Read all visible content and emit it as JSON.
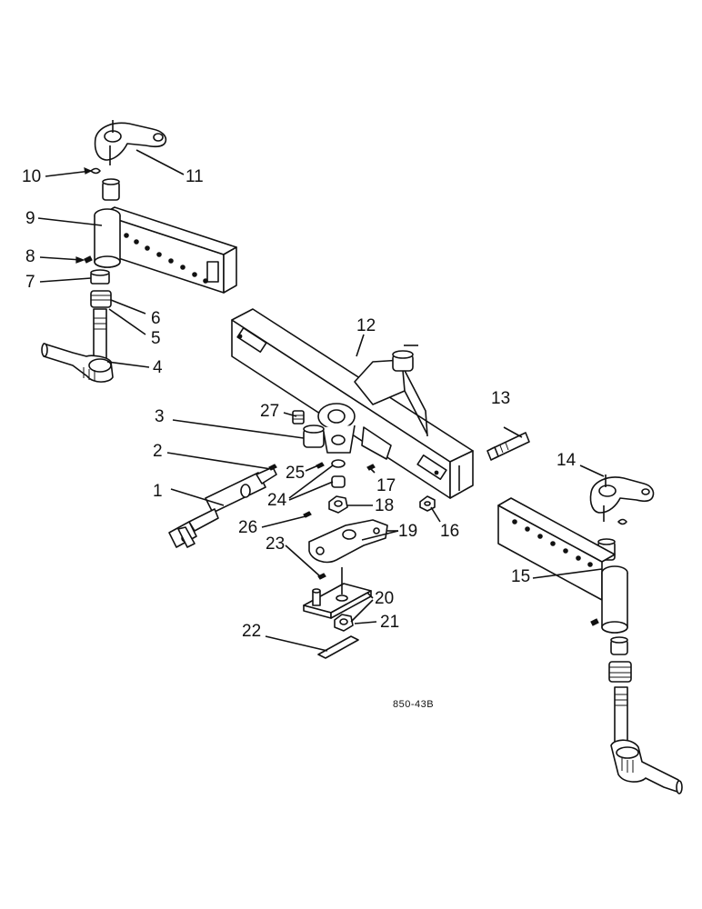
{
  "diagram": {
    "reference_code": "850-43B",
    "callouts": [
      "1",
      "2",
      "3",
      "4",
      "5",
      "6",
      "7",
      "8",
      "9",
      "10",
      "11",
      "12",
      "13",
      "14",
      "15",
      "16",
      "17",
      "18",
      "19",
      "20",
      "21",
      "22",
      "23",
      "24",
      "25",
      "26",
      "27"
    ]
  }
}
